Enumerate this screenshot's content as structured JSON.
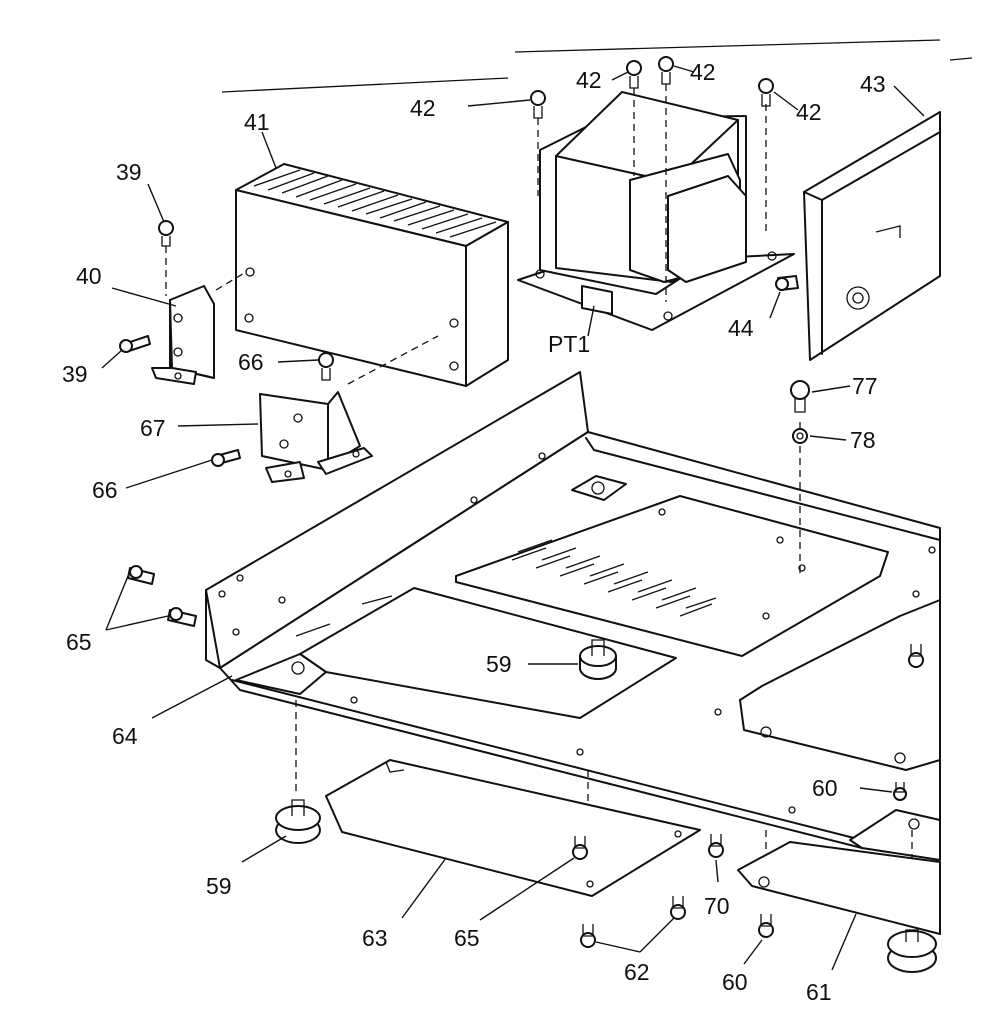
{
  "labels": {
    "p39a": "39",
    "p39b": "39",
    "p40": "40",
    "p41": "41",
    "p42a": "42",
    "p42b": "42",
    "p42c": "42",
    "p42d": "42",
    "p43": "43",
    "p44": "44",
    "pt1": "PT1",
    "p66a": "66",
    "p66b": "66",
    "p67": "67",
    "p77": "77",
    "p78": "78",
    "p65a": "65",
    "p65b": "65",
    "p64": "64",
    "p59a": "59",
    "p59b": "59",
    "p60a": "60",
    "p60b": "60",
    "p61": "61",
    "p62": "62",
    "p63": "63",
    "p70": "70"
  }
}
